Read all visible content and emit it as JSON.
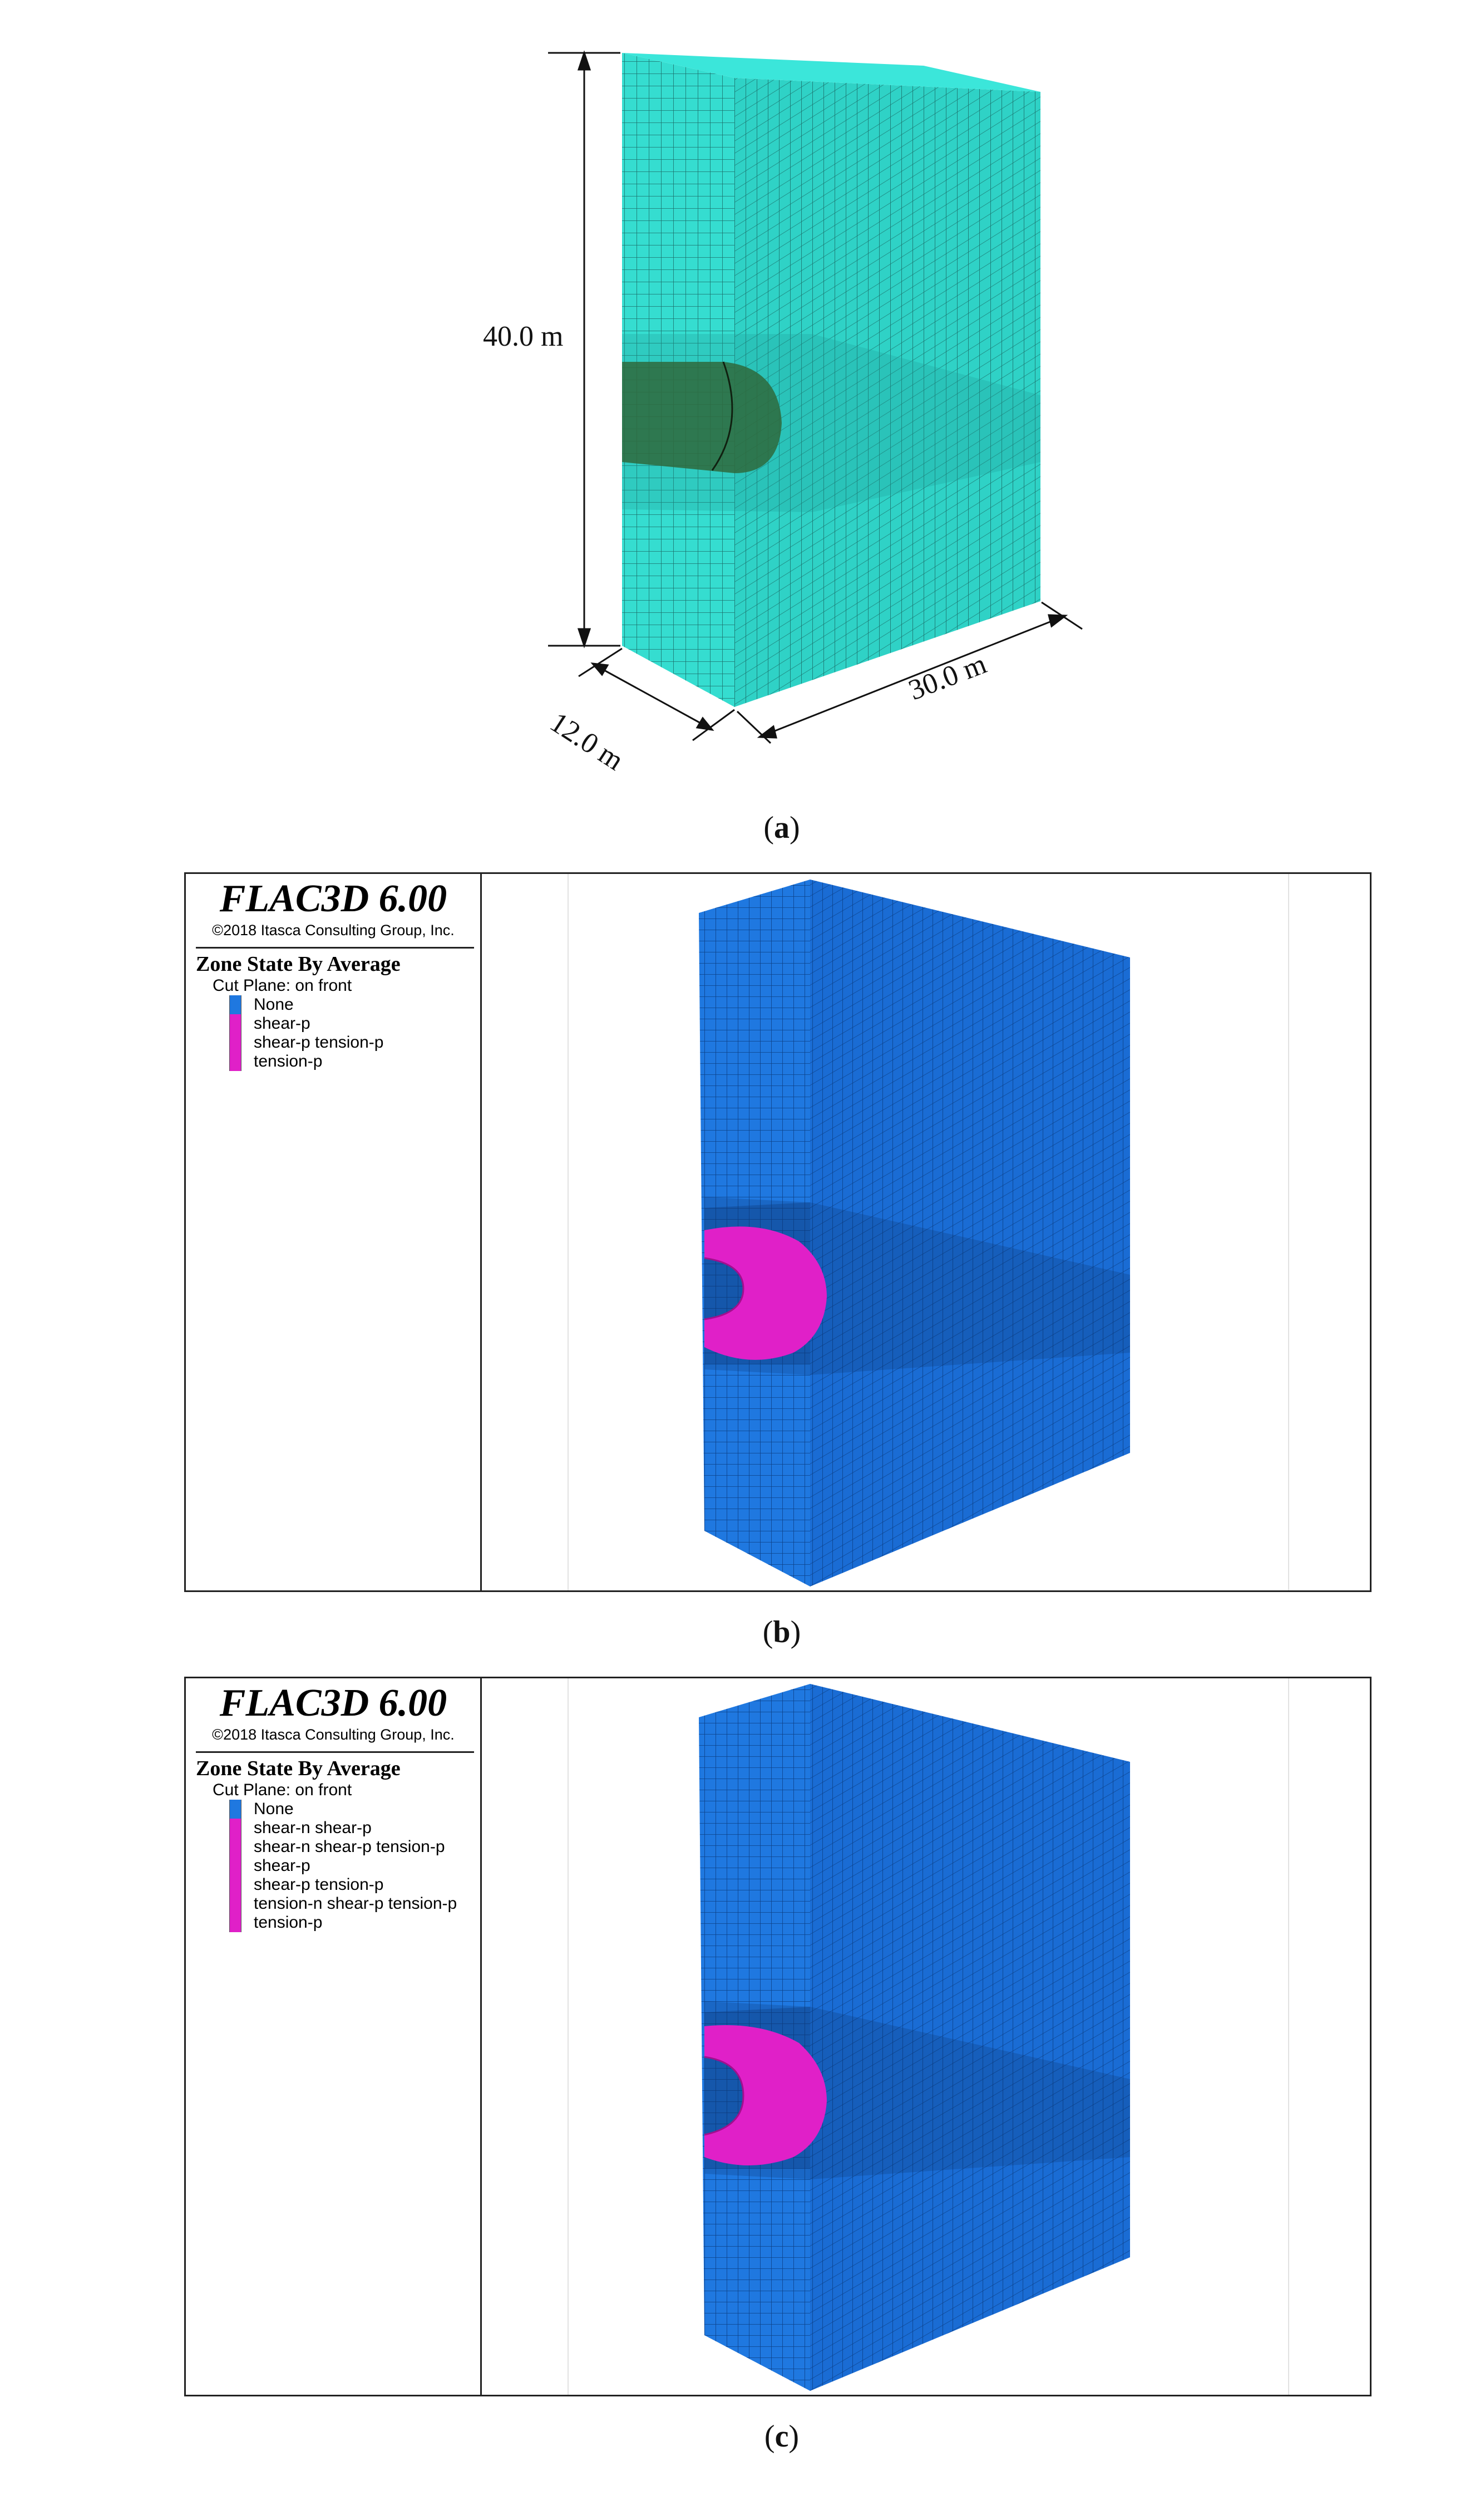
{
  "panel_a": {
    "dimensions": {
      "height": "40.0 m",
      "depth": "12.0 m",
      "width": "30.0 m"
    },
    "colors": {
      "mesh": "#35ddd0",
      "mesh_side": "#22c4b8",
      "grid": "#1b6f6a",
      "excavation": "#2e6a3c"
    },
    "caption": "a"
  },
  "panel_b": {
    "software_title": "FLAC3D 6.00",
    "copyright": "©2018 Itasca Consulting Group, Inc.",
    "legend_title": "Zone State By Average",
    "cut_plane": "Cut Plane: on front",
    "legend_items": [
      {
        "label": "None",
        "color": "#1f78e0"
      },
      {
        "label": "shear-p",
        "color": "#e020c8"
      },
      {
        "label": "shear-p tension-p",
        "color": "#e020c8"
      },
      {
        "label": "tension-p",
        "color": "#e020c8"
      }
    ],
    "caption": "b"
  },
  "panel_c": {
    "software_title": "FLAC3D 6.00",
    "copyright": "©2018 Itasca Consulting Group, Inc.",
    "legend_title": "Zone State By Average",
    "cut_plane": "Cut Plane: on front",
    "legend_items": [
      {
        "label": "None",
        "color": "#1f78e0"
      },
      {
        "label": "shear-n shear-p",
        "color": "#e020c8"
      },
      {
        "label": "shear-n shear-p tension-p",
        "color": "#e020c8"
      },
      {
        "label": "shear-p",
        "color": "#e020c8"
      },
      {
        "label": "shear-p tension-p",
        "color": "#e020c8"
      },
      {
        "label": "tension-n shear-p tension-p",
        "color": "#e020c8"
      },
      {
        "label": "tension-p",
        "color": "#e020c8"
      }
    ],
    "caption": "c"
  },
  "model_colors": {
    "blue": "#1f78e0",
    "blue_side": "#1a66c6",
    "blue_grid": "#0c3f86",
    "magenta": "#e020c8",
    "magenta_dark": "#a0108e"
  }
}
